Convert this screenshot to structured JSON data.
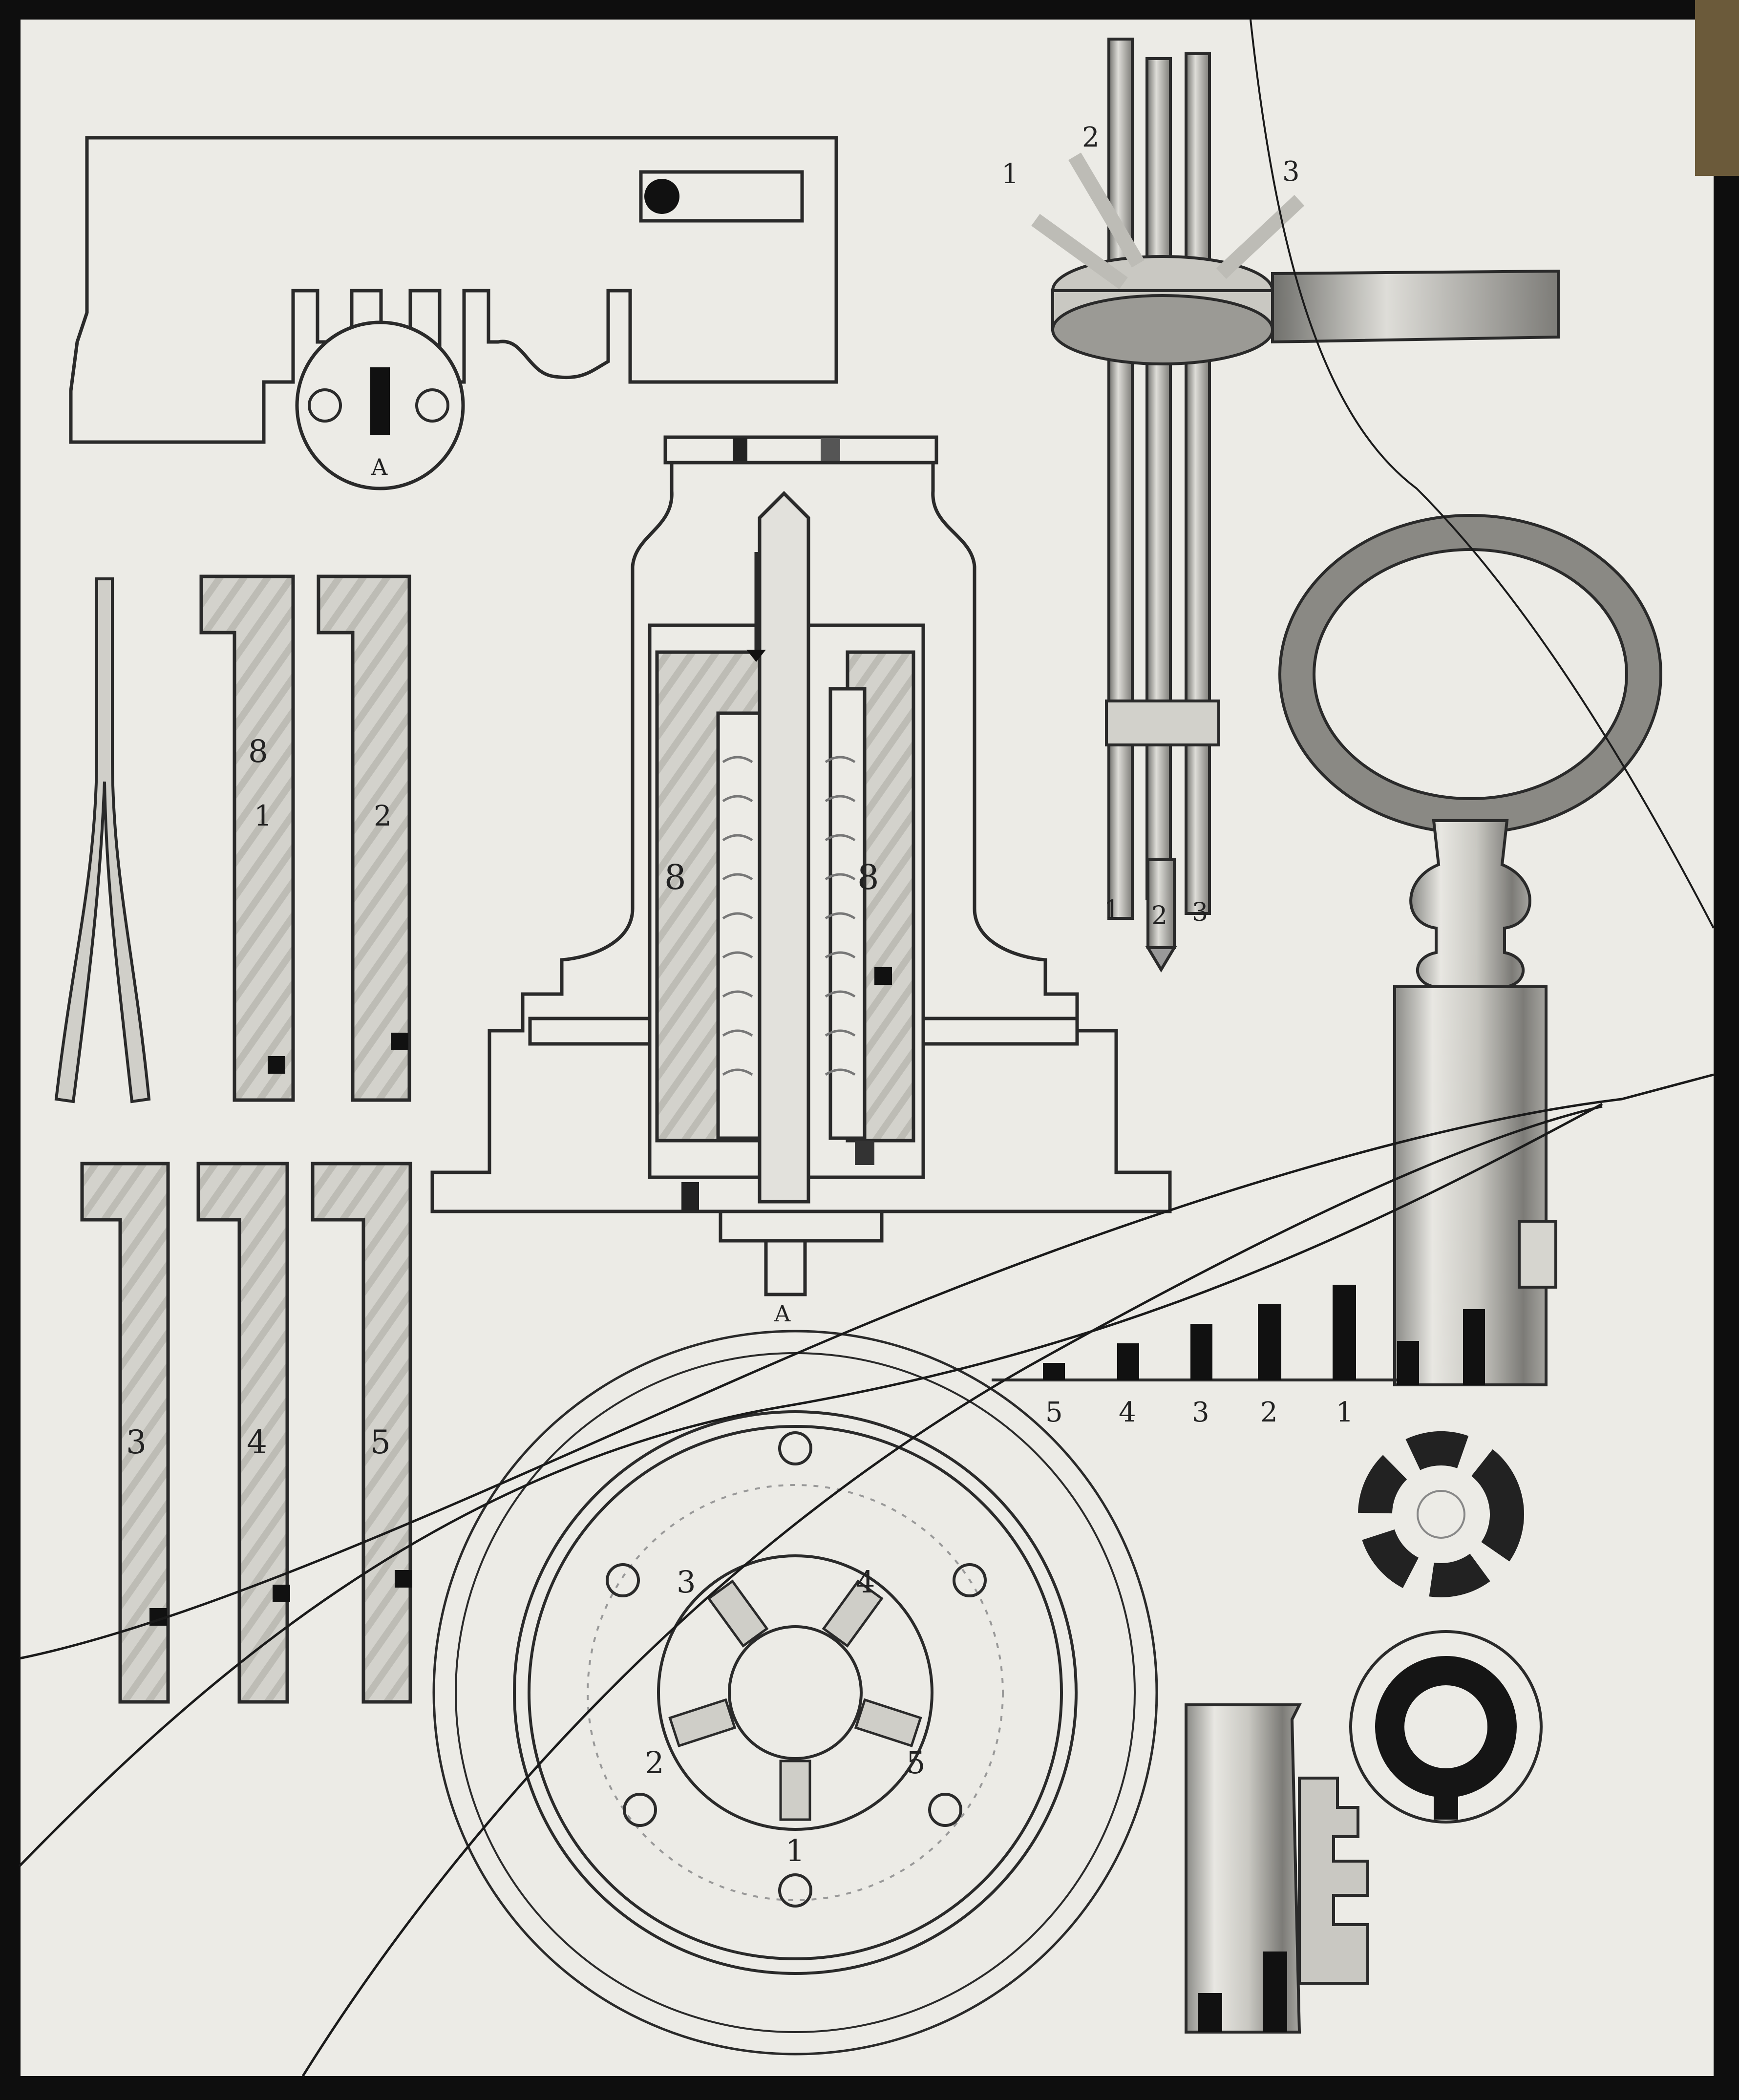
{
  "colors": {
    "paper": "#ecebe6",
    "ink": "#2a2a2a",
    "shade": "#bdbcb6",
    "mount": "#0e0e0e",
    "tab": "#6b5a3a"
  },
  "labels": {
    "keyhole_a": "A",
    "base_a": "A",
    "lever_1_top": "8",
    "lever_1": "1",
    "lever_2": "2",
    "lever_3": "3",
    "lever_4": "4",
    "lever_5": "5",
    "barrel_left": "8",
    "barrel_right": "8",
    "pin_top_1": "1",
    "pin_top_2": "2",
    "pin_top_3": "3",
    "pin_bot_1": "1",
    "pin_bot_2": "2",
    "pin_bot_3": "3",
    "step_5": "5",
    "step_4": "4",
    "step_3": "3",
    "step_2": "2",
    "step_1": "1",
    "dial_1": "1",
    "dial_2": "2",
    "dial_3": "3",
    "dial_4": "4",
    "dial_5": "5"
  }
}
